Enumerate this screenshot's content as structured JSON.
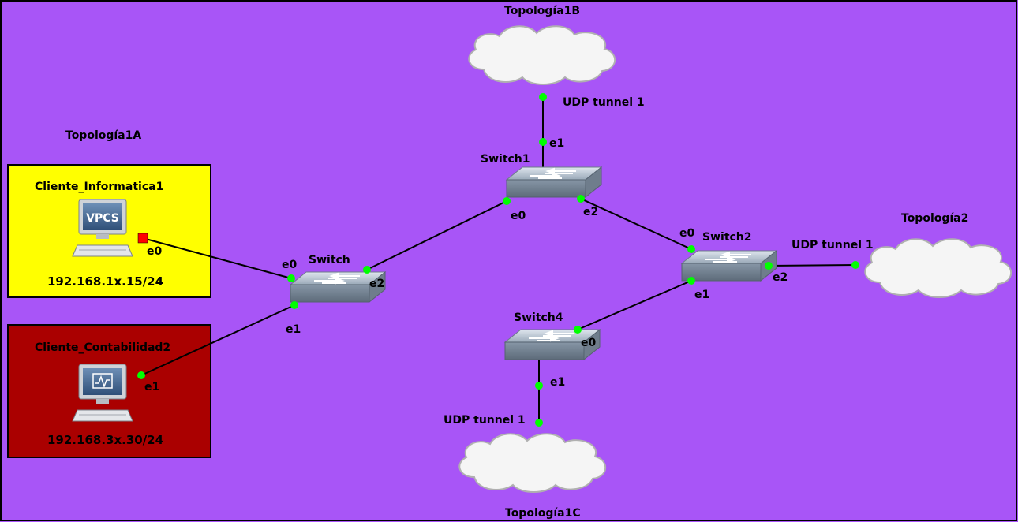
{
  "colors": {
    "background": "#a855f7",
    "group_a": "#ffff00",
    "group_b": "#aa0000",
    "link": "#000000",
    "port_up": "#00ff00",
    "port_down": "#ff0000"
  },
  "labels": {
    "topologia1a": "Topología1A",
    "topologia1b": "Topología1B",
    "topologia1c": "Topología1C",
    "topologia2": "Topología2"
  },
  "nodes": {
    "cliente1": {
      "name": "Cliente_Informatica1",
      "ip": "192.168.1x.15/24",
      "icon_text": "VPCS",
      "port": "e0"
    },
    "cliente2": {
      "name": "Cliente_Contabilidad2",
      "ip": "192.168.3x.30/24",
      "port": "e1"
    },
    "switch": {
      "name": "Switch",
      "ports": {
        "e0": "e0",
        "e1": "e1",
        "e2": "e2"
      }
    },
    "switch1": {
      "name": "Switch1",
      "ports": {
        "e0": "e0",
        "e1": "e1",
        "e2": "e2"
      }
    },
    "switch2": {
      "name": "Switch2",
      "ports": {
        "e0": "e0",
        "e1": "e1",
        "e2": "e2"
      }
    },
    "switch4": {
      "name": "Switch4",
      "ports": {
        "e0": "e0",
        "e1": "e1"
      }
    },
    "cloud1b": {
      "port": "UDP tunnel 1"
    },
    "cloud2": {
      "port": "UDP tunnel 1"
    },
    "cloud1c": {
      "port": "UDP tunnel 1"
    }
  }
}
